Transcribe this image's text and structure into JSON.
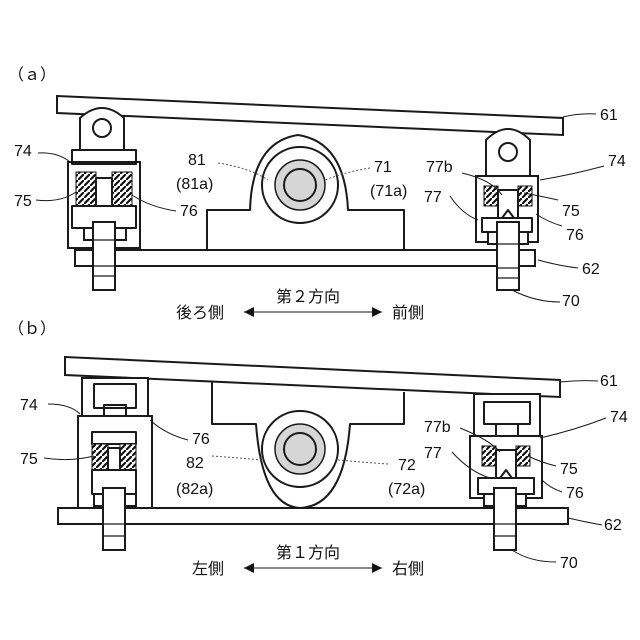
{
  "panel_a": {
    "marker": "（ａ）",
    "labels": {
      "l61": "61",
      "l62": "62",
      "l70": "70",
      "l74_left": "74",
      "l74_right": "74",
      "l75_left": "75",
      "l75_right": "75",
      "l76_left": "76",
      "l76_right": "76",
      "l77": "77",
      "l77b": "77b",
      "l81": "81",
      "l81a": "(81a)",
      "l71": "71",
      "l71a": "(71a)"
    },
    "direction": {
      "center": "第２方向",
      "left": "後ろ側",
      "right": "前側",
      "arrow": "⟷"
    }
  },
  "panel_b": {
    "marker": "（ｂ）",
    "labels": {
      "l61": "61",
      "l62": "62",
      "l70": "70",
      "l74_left": "74",
      "l74_right": "74",
      "l75_left": "75",
      "l75_right": "75",
      "l76_left": "76",
      "l76_right": "76",
      "l77": "77",
      "l77b": "77b",
      "l82": "82",
      "l82a": "(82a)",
      "l72": "72",
      "l72a": "(72a)"
    },
    "direction": {
      "center": "第１方向",
      "left": "左側",
      "right": "右側",
      "arrow": "⟷"
    }
  }
}
